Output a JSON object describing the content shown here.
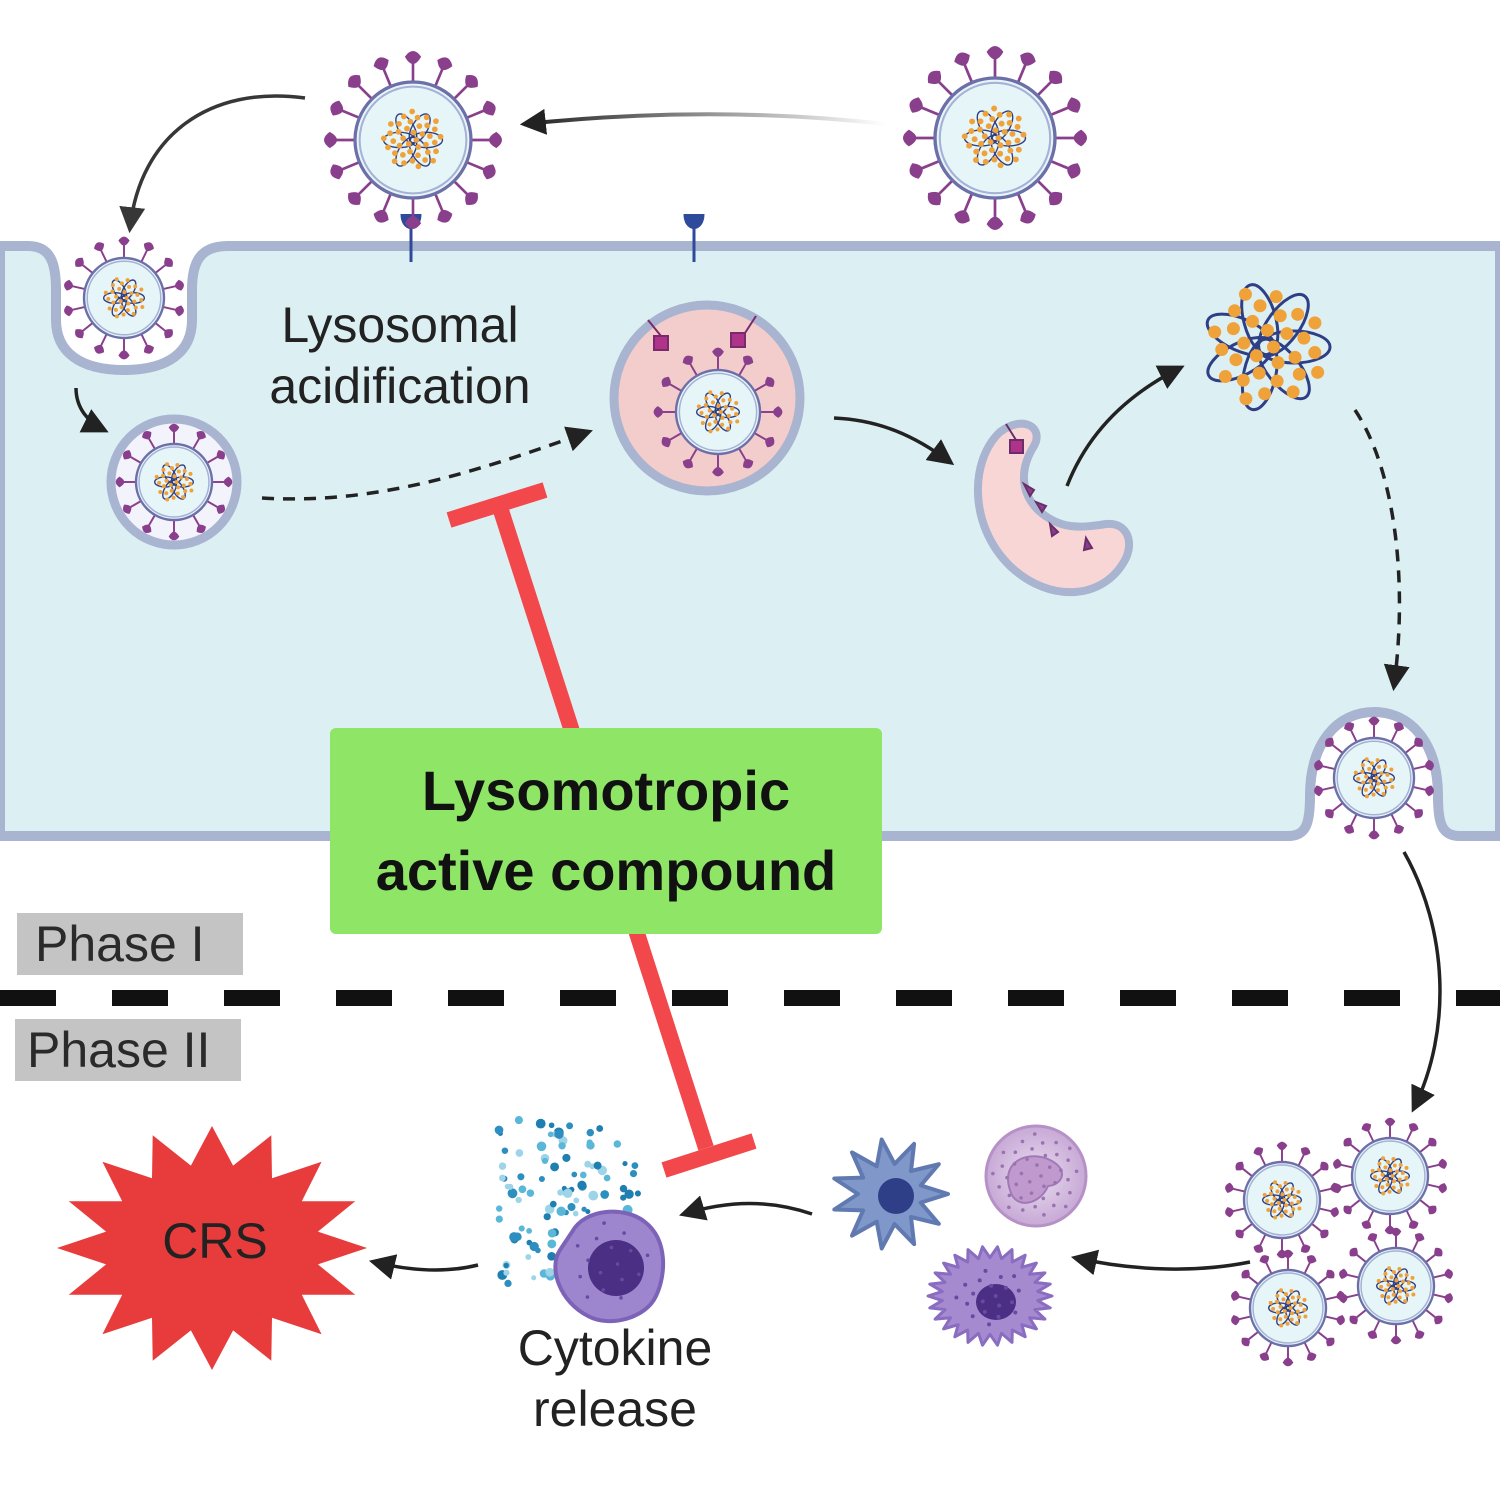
{
  "labels": {
    "lysosomal_acidification": [
      "Lysosomal",
      "acidification"
    ],
    "drug": [
      "Lysomotropic",
      "active compound"
    ],
    "phase_1": "Phase I",
    "phase_2": "Phase II",
    "cytokine_release": [
      "Cytokine",
      "release"
    ],
    "crs": "CRS"
  },
  "colors": {
    "cytoplasm": "#dcf0f4",
    "membrane": "#a9b4d0",
    "spike": "#8a3f8c",
    "rna_bead": "#f0a23a",
    "rna_strand": "#2f3f85",
    "lysosome": "#f3cccc",
    "inhibitor": "#f2474b",
    "drug_box": "#8fe566",
    "crs_star": "#e83c3c",
    "arrow": "#222222"
  }
}
